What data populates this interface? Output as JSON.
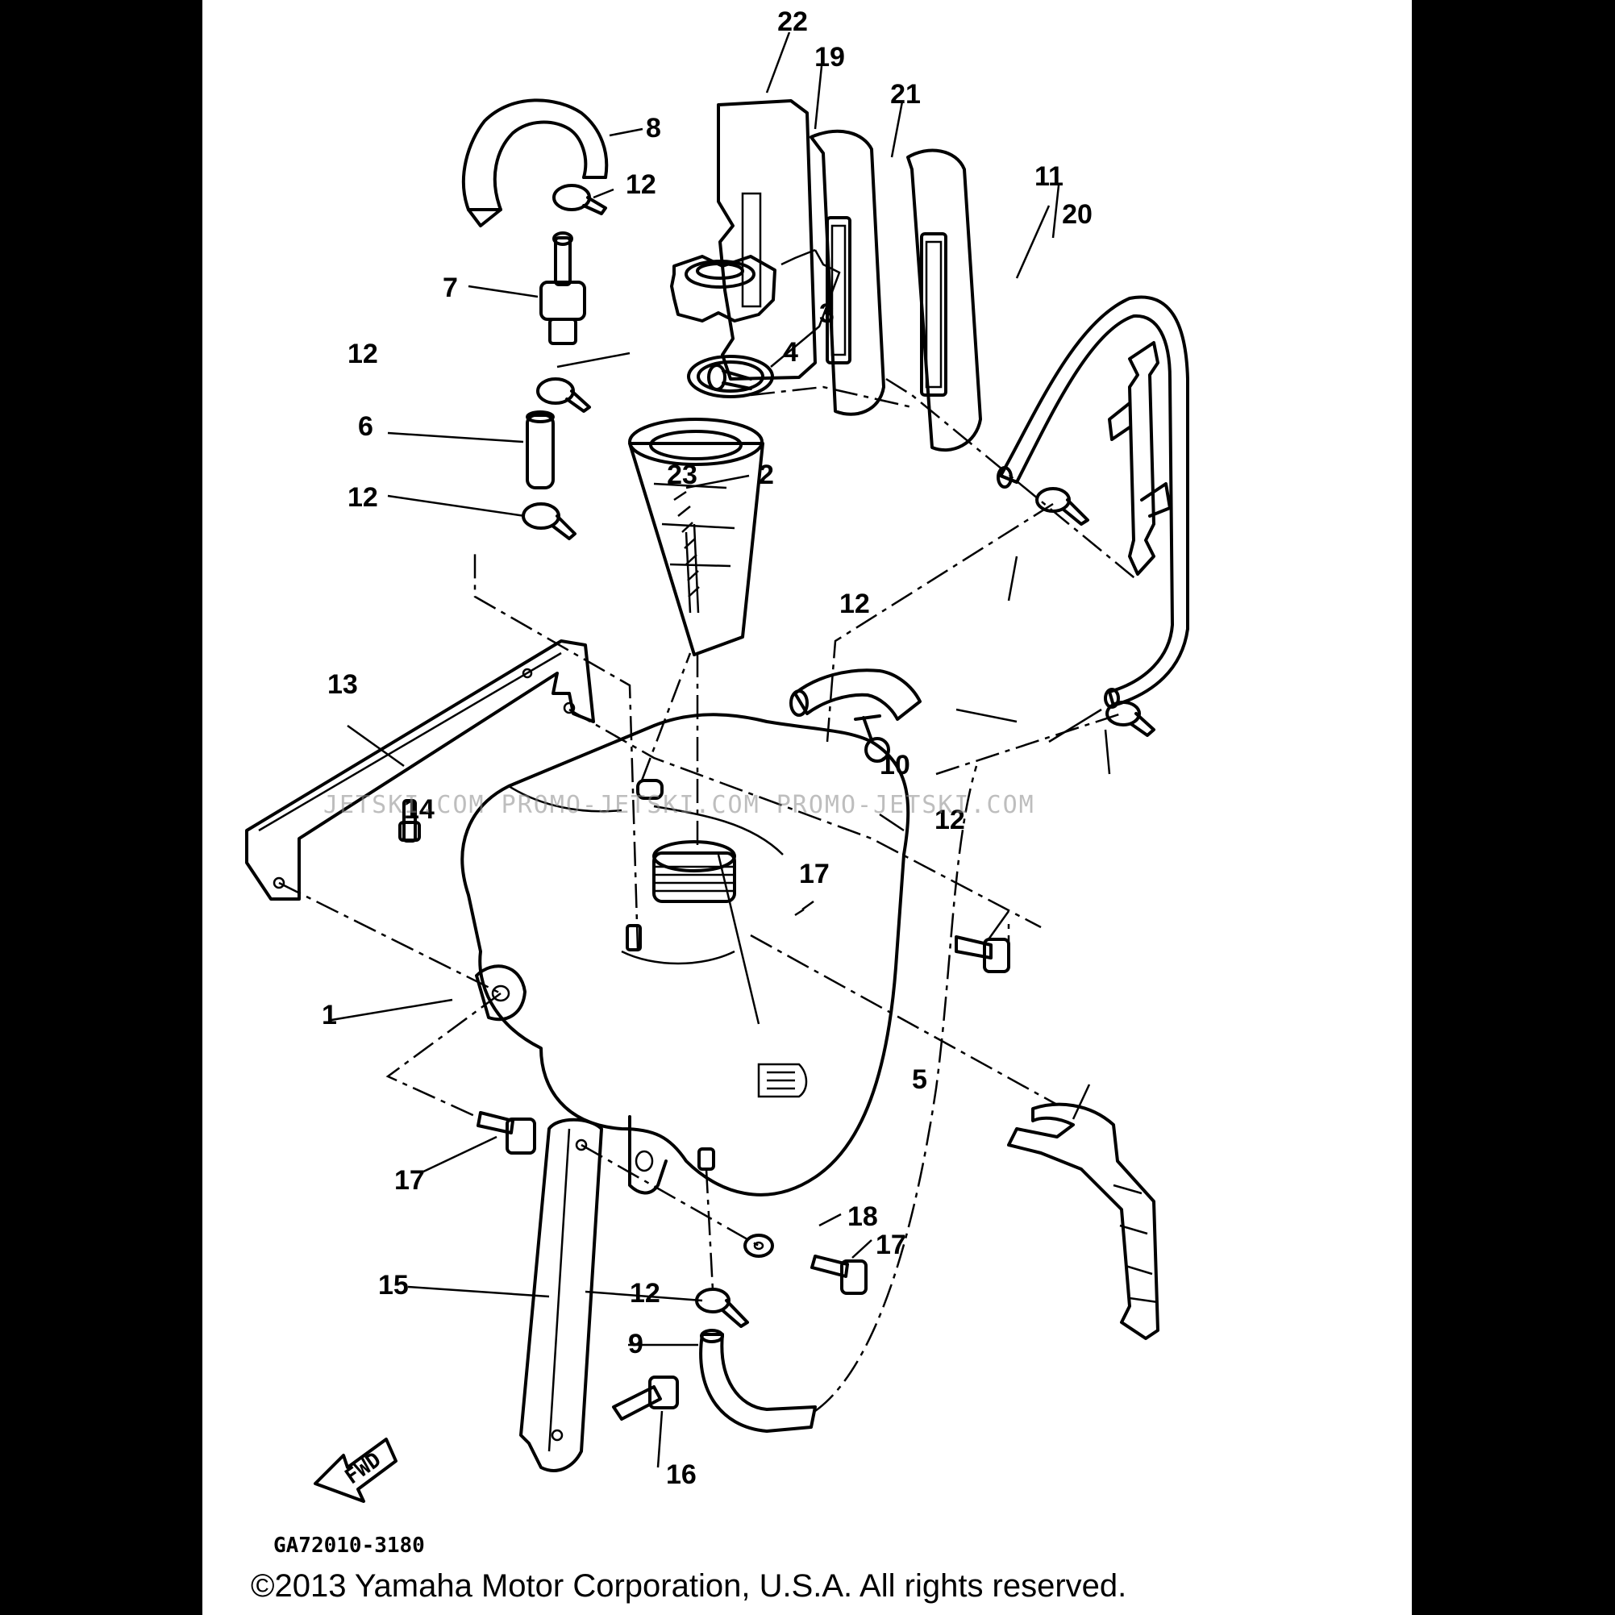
{
  "diagram": {
    "callouts": [
      "22",
      "19",
      "21",
      "8",
      "12",
      "11",
      "20",
      "7",
      "3",
      "4",
      "12",
      "6",
      "23",
      "2",
      "12",
      "12",
      "13",
      "10",
      "14",
      "12",
      "17",
      "1",
      "5",
      "17",
      "18",
      "17",
      "15",
      "12",
      "9",
      "16"
    ],
    "fwd_label": "FWD",
    "figure_code": "GA72010-3180",
    "watermark": "JETSKI.COM   PROMO-JETSKI.COM   PROMO-JETSKI.COM",
    "copyright": "©2013 Yamaha Motor Corporation, U.S.A. All rights reserved."
  }
}
